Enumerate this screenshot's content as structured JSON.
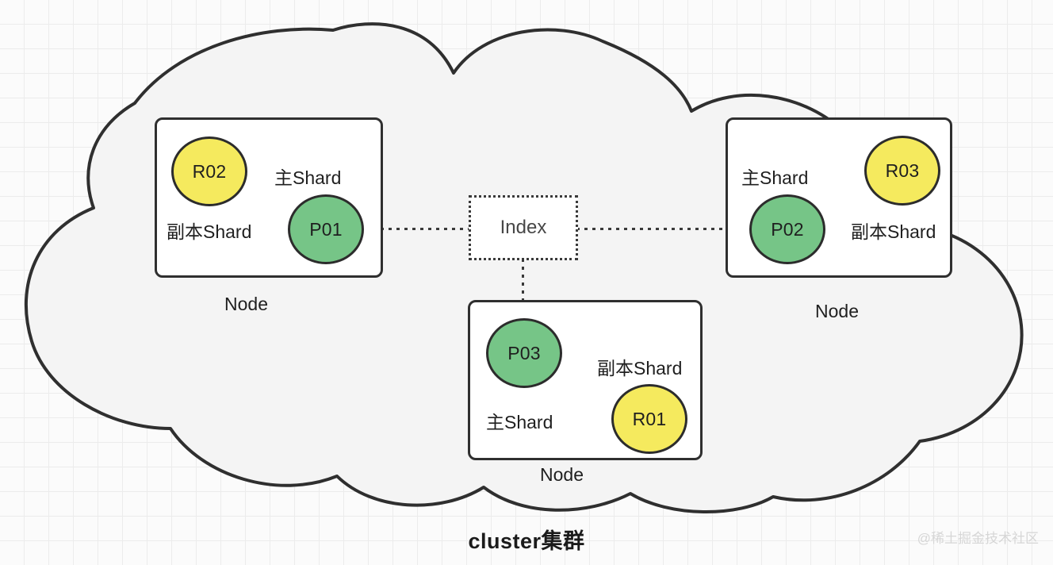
{
  "diagram": {
    "title": "cluster集群",
    "watermark": "@稀土掘金技术社区",
    "type": "elasticsearch-cluster-topology",
    "colors": {
      "primary_shard_fill": "#76c587",
      "replica_shard_fill": "#f5ea5e",
      "stroke": "#2f2f2f",
      "cloud_fill": "#f4f4f4",
      "node_fill": "#ffffff",
      "background": "#fbfbfb",
      "grid_line": "#ececec",
      "watermark_color": "#d6d6d6"
    },
    "cloud": {
      "name": "cluster-cloud",
      "fill": "#f4f4f4",
      "stroke": "#2f2f2f"
    },
    "index": {
      "label": "Index",
      "border_style": "dotted"
    },
    "connectors": [
      {
        "from": "P01",
        "to": "Index",
        "style": "dotted"
      },
      {
        "from": "Index",
        "to": "P02",
        "style": "dotted"
      },
      {
        "from": "Index",
        "to": "P03",
        "style": "dotted"
      }
    ],
    "nodes": [
      {
        "id": "node-1",
        "caption": "Node",
        "shards": [
          {
            "id": "R02",
            "role": "replica",
            "label": "R02",
            "role_label": "副本Shard"
          },
          {
            "id": "P01",
            "role": "primary",
            "label": "P01",
            "role_label": "主Shard"
          }
        ]
      },
      {
        "id": "node-2",
        "caption": "Node",
        "shards": [
          {
            "id": "P03",
            "role": "primary",
            "label": "P03",
            "role_label": "主Shard"
          },
          {
            "id": "R01",
            "role": "replica",
            "label": "R01",
            "role_label": "副本Shard"
          }
        ]
      },
      {
        "id": "node-3",
        "caption": "Node",
        "shards": [
          {
            "id": "P02",
            "role": "primary",
            "label": "P02",
            "role_label": "主Shard"
          },
          {
            "id": "R03",
            "role": "replica",
            "label": "R03",
            "role_label": "副本Shard"
          }
        ]
      }
    ]
  }
}
